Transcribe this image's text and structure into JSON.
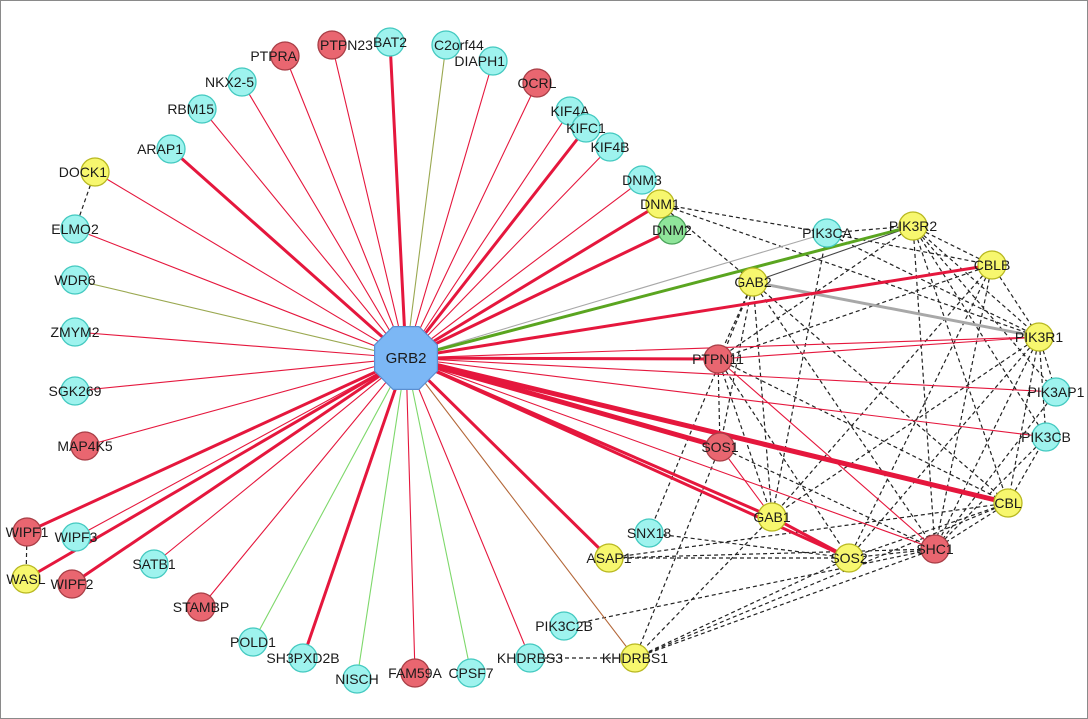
{
  "diagram": {
    "hub": {
      "id": "GRB2",
      "label": "GRB2",
      "color": "#7cb7f5"
    },
    "palette": {
      "cyan": "#9ef3ee",
      "yellow": "#f7f76e",
      "red": "#e96670",
      "green": "#8fe59a",
      "edge_red": "#e5173d",
      "edge_green": "#5aa520",
      "edge_olive": "#9aa850",
      "edge_lightgreen": "#7ed86b",
      "edge_brown": "#b4683a",
      "edge_gray": "#a8a8a8",
      "edge_dark": "#444444"
    },
    "nodes": [
      {
        "id": "PTPN23",
        "label": "PTPN23",
        "color": "red"
      },
      {
        "id": "BAT2",
        "label": "BAT2",
        "color": "cyan"
      },
      {
        "id": "C2orf44",
        "label": "C2orf44",
        "color": "cyan"
      },
      {
        "id": "PTPRA",
        "label": "PTPRA",
        "color": "red"
      },
      {
        "id": "DIAPH1",
        "label": "DIAPH1",
        "color": "cyan"
      },
      {
        "id": "NKX2-5",
        "label": "NKX2-5",
        "color": "cyan"
      },
      {
        "id": "OCRL",
        "label": "OCRL",
        "color": "red"
      },
      {
        "id": "RBM15",
        "label": "RBM15",
        "color": "cyan"
      },
      {
        "id": "KIF4A",
        "label": "KIF4A",
        "color": "cyan"
      },
      {
        "id": "KIFC1",
        "label": "KIFC1",
        "color": "cyan"
      },
      {
        "id": "KIF4B",
        "label": "KIF4B",
        "color": "cyan"
      },
      {
        "id": "ARAP1",
        "label": "ARAP1",
        "color": "cyan"
      },
      {
        "id": "DOCK1",
        "label": "DOCK1",
        "color": "yellow"
      },
      {
        "id": "DNM3",
        "label": "DNM3",
        "color": "cyan"
      },
      {
        "id": "DNM1",
        "label": "DNM1",
        "color": "yellow"
      },
      {
        "id": "DNM2",
        "label": "DNM2",
        "color": "green"
      },
      {
        "id": "ELMO2",
        "label": "ELMO2",
        "color": "cyan"
      },
      {
        "id": "PIK3CA",
        "label": "PIK3CA",
        "color": "cyan"
      },
      {
        "id": "PIK3R2",
        "label": "PIK3R2",
        "color": "yellow"
      },
      {
        "id": "CBLB",
        "label": "CBLB",
        "color": "yellow"
      },
      {
        "id": "GAB2",
        "label": "GAB2",
        "color": "yellow"
      },
      {
        "id": "WDR6",
        "label": "WDR6",
        "color": "cyan"
      },
      {
        "id": "ZMYM2",
        "label": "ZMYM2",
        "color": "cyan"
      },
      {
        "id": "PIK3R1",
        "label": "PIK3R1",
        "color": "yellow"
      },
      {
        "id": "PTPN11",
        "label": "PTPN11",
        "color": "red"
      },
      {
        "id": "PIK3AP1",
        "label": "PIK3AP1",
        "color": "cyan"
      },
      {
        "id": "SGK269",
        "label": "SGK269",
        "color": "cyan"
      },
      {
        "id": "PIK3CB",
        "label": "PIK3CB",
        "color": "cyan"
      },
      {
        "id": "MAP4K5",
        "label": "MAP4K5",
        "color": "red"
      },
      {
        "id": "SOS1",
        "label": "SOS1",
        "color": "red"
      },
      {
        "id": "CBL",
        "label": "CBL",
        "color": "yellow"
      },
      {
        "id": "WIPF1",
        "label": "WIPF1",
        "color": "red"
      },
      {
        "id": "WIPF3",
        "label": "WIPF3",
        "color": "cyan"
      },
      {
        "id": "SNX18",
        "label": "SNX18",
        "color": "cyan"
      },
      {
        "id": "GAB1",
        "label": "GAB1",
        "color": "yellow"
      },
      {
        "id": "SHC1",
        "label": "SHC1",
        "color": "red"
      },
      {
        "id": "SATB1",
        "label": "SATB1",
        "color": "cyan"
      },
      {
        "id": "SOS2",
        "label": "SOS2",
        "color": "yellow"
      },
      {
        "id": "WASL",
        "label": "WASL",
        "color": "yellow"
      },
      {
        "id": "WIPF2",
        "label": "WIPF2",
        "color": "red"
      },
      {
        "id": "ASAP1",
        "label": "ASAP1",
        "color": "yellow"
      },
      {
        "id": "STAMBP",
        "label": "STAMBP",
        "color": "red"
      },
      {
        "id": "PIK3C2B",
        "label": "PIK3C2B",
        "color": "cyan"
      },
      {
        "id": "POLD1",
        "label": "POLD1",
        "color": "cyan"
      },
      {
        "id": "SH3PXD2B",
        "label": "SH3PXD2B",
        "color": "cyan"
      },
      {
        "id": "KHDRBS3",
        "label": "KHDRBS3",
        "color": "cyan"
      },
      {
        "id": "KHDRBS1",
        "label": "KHDRBS1",
        "color": "yellow"
      },
      {
        "id": "NISCH",
        "label": "NISCH",
        "color": "cyan"
      },
      {
        "id": "FAM59A",
        "label": "FAM59A",
        "color": "red"
      },
      {
        "id": "CPSF7",
        "label": "CPSF7",
        "color": "cyan"
      }
    ],
    "hub_edges": [
      {
        "to": "PTPN23",
        "color": "edge_red",
        "weight": 1
      },
      {
        "to": "BAT2",
        "color": "edge_red",
        "weight": 3
      },
      {
        "to": "C2orf44",
        "color": "edge_olive",
        "weight": 1
      },
      {
        "to": "PTPRA",
        "color": "edge_red",
        "weight": 1
      },
      {
        "to": "DIAPH1",
        "color": "edge_red",
        "weight": 1
      },
      {
        "to": "NKX2-5",
        "color": "edge_red",
        "weight": 1
      },
      {
        "to": "OCRL",
        "color": "edge_red",
        "weight": 1
      },
      {
        "to": "RBM15",
        "color": "edge_red",
        "weight": 1
      },
      {
        "to": "KIF4A",
        "color": "edge_red",
        "weight": 1
      },
      {
        "to": "KIFC1",
        "color": "edge_red",
        "weight": 3
      },
      {
        "to": "KIF4B",
        "color": "edge_red",
        "weight": 1
      },
      {
        "to": "ARAP1",
        "color": "edge_red",
        "weight": 3
      },
      {
        "to": "DOCK1",
        "color": "edge_red",
        "weight": 1
      },
      {
        "to": "DNM3",
        "color": "edge_red",
        "weight": 1
      },
      {
        "to": "DNM1",
        "color": "edge_red",
        "weight": 3
      },
      {
        "to": "DNM2",
        "color": "edge_red",
        "weight": 3
      },
      {
        "to": "ELMO2",
        "color": "edge_red",
        "weight": 1
      },
      {
        "to": "PIK3CA",
        "color": "edge_gray",
        "weight": 1
      },
      {
        "to": "PIK3R2",
        "color": "edge_green",
        "weight": 3
      },
      {
        "to": "CBLB",
        "color": "edge_red",
        "weight": 3
      },
      {
        "to": "WDR6",
        "color": "edge_olive",
        "weight": 1
      },
      {
        "to": "ZMYM2",
        "color": "edge_red",
        "weight": 1
      },
      {
        "to": "PIK3R1",
        "color": "edge_red",
        "weight": 1
      },
      {
        "to": "PTPN11",
        "color": "edge_red",
        "weight": 3
      },
      {
        "to": "PIK3AP1",
        "color": "edge_red",
        "weight": 1
      },
      {
        "to": "SGK269",
        "color": "edge_red",
        "weight": 1
      },
      {
        "to": "PIK3CB",
        "color": "edge_red",
        "weight": 1
      },
      {
        "to": "MAP4K5",
        "color": "edge_red",
        "weight": 1
      },
      {
        "to": "SOS1",
        "color": "edge_red",
        "weight": 5
      },
      {
        "to": "CBL",
        "color": "edge_red",
        "weight": 5
      },
      {
        "to": "WIPF1",
        "color": "edge_red",
        "weight": 3
      },
      {
        "to": "WIPF3",
        "color": "edge_red",
        "weight": 1
      },
      {
        "to": "GAB1",
        "color": "edge_red",
        "weight": 3
      },
      {
        "to": "SHC1",
        "color": "edge_red",
        "weight": 1
      },
      {
        "to": "SATB1",
        "color": "edge_red",
        "weight": 1
      },
      {
        "to": "SOS2",
        "color": "edge_red",
        "weight": 3
      },
      {
        "to": "WASL",
        "color": "edge_red",
        "weight": 3
      },
      {
        "to": "WIPF2",
        "color": "edge_red",
        "weight": 3
      },
      {
        "to": "ASAP1",
        "color": "edge_red",
        "weight": 3
      },
      {
        "to": "STAMBP",
        "color": "edge_red",
        "weight": 1
      },
      {
        "to": "POLD1",
        "color": "edge_lightgreen",
        "weight": 1
      },
      {
        "to": "SH3PXD2B",
        "color": "edge_red",
        "weight": 3
      },
      {
        "to": "KHDRBS3",
        "color": "edge_red",
        "weight": 1
      },
      {
        "to": "KHDRBS1",
        "color": "edge_brown",
        "weight": 1
      },
      {
        "to": "NISCH",
        "color": "edge_lightgreen",
        "weight": 1
      },
      {
        "to": "FAM59A",
        "color": "edge_red",
        "weight": 1
      },
      {
        "to": "CPSF7",
        "color": "edge_lightgreen",
        "weight": 1
      }
    ],
    "solid_edges": [
      {
        "from": "GAB2",
        "to": "PIK3R1",
        "color": "edge_gray",
        "weight": 3
      },
      {
        "from": "GAB2",
        "to": "PIK3R2",
        "color": "edge_dark",
        "weight": 1
      },
      {
        "from": "PTPN11",
        "to": "PIK3R1",
        "color": "edge_red",
        "weight": 1
      },
      {
        "from": "SOS1",
        "to": "GAB1",
        "color": "edge_red",
        "weight": 1
      },
      {
        "from": "GAB1",
        "to": "SOS2",
        "color": "edge_red",
        "weight": 3
      },
      {
        "from": "PTPN11",
        "to": "SHC1",
        "color": "edge_red",
        "weight": 1
      }
    ],
    "dashed_edges": [
      [
        "DNM1",
        "PIK3R1"
      ],
      [
        "DNM1",
        "GAB2"
      ],
      [
        "DNM1",
        "PIK3CA"
      ],
      [
        "PIK3CA",
        "PIK3R2"
      ],
      [
        "PIK3CA",
        "CBLB"
      ],
      [
        "PIK3CA",
        "PIK3R1"
      ],
      [
        "PIK3CA",
        "GAB1"
      ],
      [
        "PIK3R2",
        "CBLB"
      ],
      [
        "PIK3R2",
        "PIK3R1"
      ],
      [
        "PIK3R2",
        "PTPN11"
      ],
      [
        "PIK3R2",
        "CBL"
      ],
      [
        "PIK3R2",
        "SHC1"
      ],
      [
        "PIK3R2",
        "PIK3AP1"
      ],
      [
        "CBLB",
        "PIK3R1"
      ],
      [
        "CBLB",
        "PTPN11"
      ],
      [
        "CBLB",
        "SHC1"
      ],
      [
        "CBLB",
        "SOS2"
      ],
      [
        "CBLB",
        "GAB1"
      ],
      [
        "GAB2",
        "PTPN11"
      ],
      [
        "GAB2",
        "SOS1"
      ],
      [
        "GAB2",
        "SHC1"
      ],
      [
        "GAB2",
        "CBL"
      ],
      [
        "GAB2",
        "SNX18"
      ],
      [
        "GAB2",
        "GAB1"
      ],
      [
        "PIK3R1",
        "PIK3AP1"
      ],
      [
        "PIK3R1",
        "PIK3CB"
      ],
      [
        "PIK3R1",
        "CBL"
      ],
      [
        "PIK3R1",
        "SHC1"
      ],
      [
        "PIK3R1",
        "SOS2"
      ],
      [
        "PIK3R1",
        "GAB1"
      ],
      [
        "PTPN11",
        "GAB1"
      ],
      [
        "PTPN11",
        "SOS1"
      ],
      [
        "PTPN11",
        "CBL"
      ],
      [
        "PTPN11",
        "SOS2"
      ],
      [
        "SOS1",
        "SHC1"
      ],
      [
        "SOS1",
        "KHDRBS1"
      ],
      [
        "CBL",
        "SHC1"
      ],
      [
        "CBL",
        "SOS2"
      ],
      [
        "CBL",
        "PIK3CB"
      ],
      [
        "CBL",
        "ASAP1"
      ],
      [
        "CBL",
        "KHDRBS1"
      ],
      [
        "SHC1",
        "SOS2"
      ],
      [
        "SHC1",
        "PIK3C2B"
      ],
      [
        "SHC1",
        "KHDRBS1"
      ],
      [
        "SHC1",
        "ASAP1"
      ],
      [
        "SOS2",
        "ASAP1"
      ],
      [
        "SOS2",
        "KHDRBS1"
      ],
      [
        "SNX18",
        "SOS2"
      ],
      [
        "GAB1",
        "KHDRBS1"
      ],
      [
        "DOCK1",
        "ELMO2"
      ],
      [
        "WIPF1",
        "WASL"
      ],
      [
        "KHDRBS3",
        "KHDRBS1"
      ],
      [
        "PIK3AP1",
        "SHC1"
      ],
      [
        "PIK3CB",
        "SHC1"
      ],
      [
        "PIK3CB",
        "PIK3R2"
      ]
    ]
  }
}
